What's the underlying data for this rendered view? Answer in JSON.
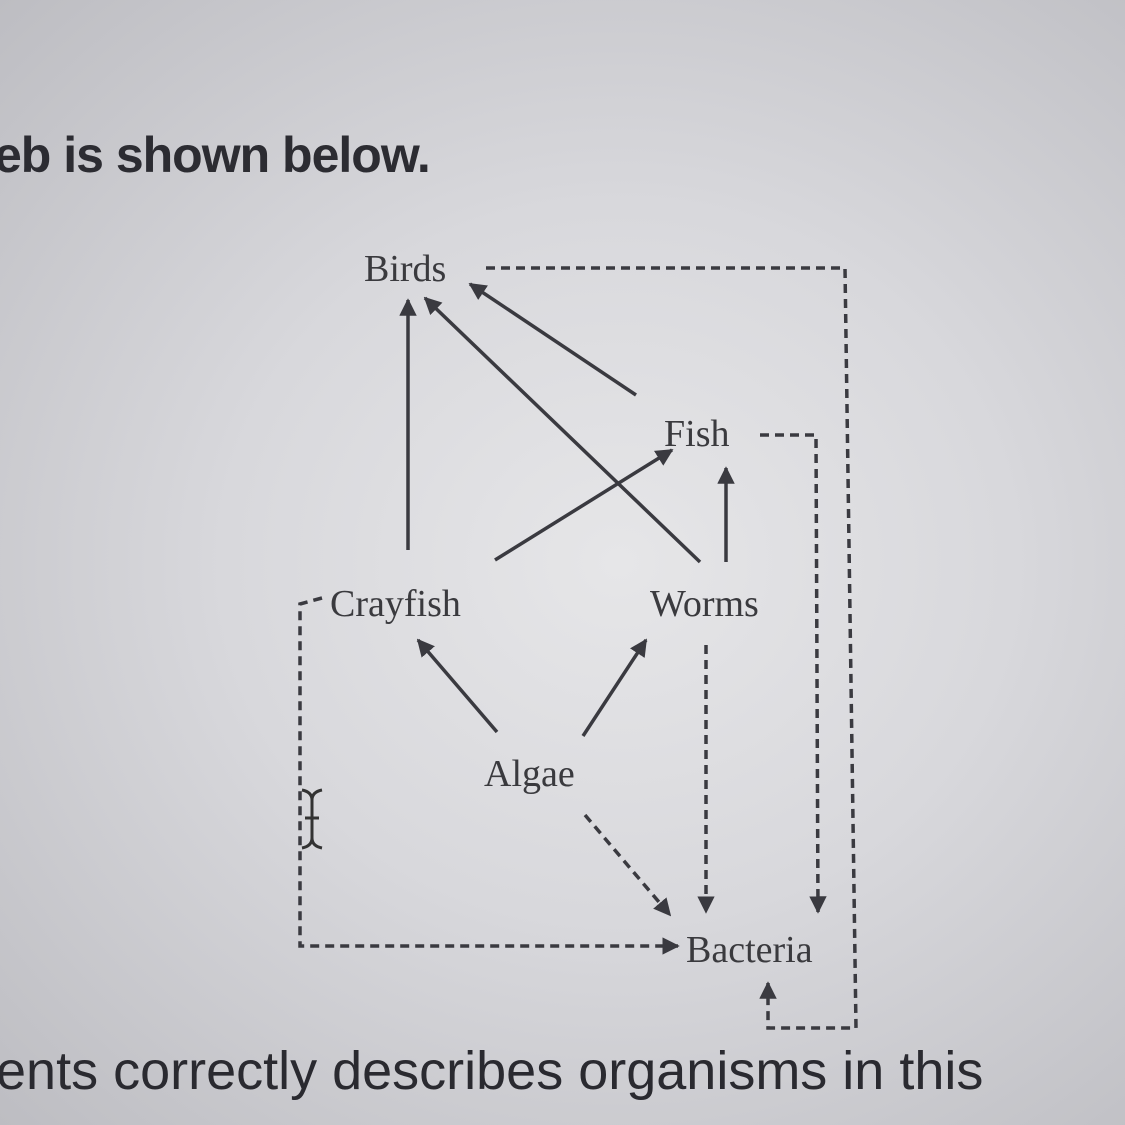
{
  "intro_text": "eb is shown below.",
  "question_text": "ents correctly describes organisms in this",
  "food_web": {
    "organisms": {
      "birds": "Birds",
      "fish": "Fish",
      "crayfish": "Crayfish",
      "worms": "Worms",
      "algae": "Algae",
      "bacteria": "Bacteria"
    },
    "feeding_arrows": [
      [
        "Crayfish",
        "Birds"
      ],
      [
        "Worms",
        "Birds"
      ],
      [
        "Fish",
        "Birds"
      ],
      [
        "Crayfish",
        "Fish"
      ],
      [
        "Worms",
        "Fish"
      ],
      [
        "Algae",
        "Crayfish"
      ],
      [
        "Algae",
        "Worms"
      ]
    ],
    "decomposition_arrows": [
      [
        "Algae",
        "Bacteria"
      ],
      [
        "Worms",
        "Bacteria"
      ],
      [
        "Fish",
        "Bacteria"
      ],
      [
        "Birds",
        "Bacteria"
      ],
      [
        "Crayfish",
        "Bacteria"
      ]
    ]
  }
}
